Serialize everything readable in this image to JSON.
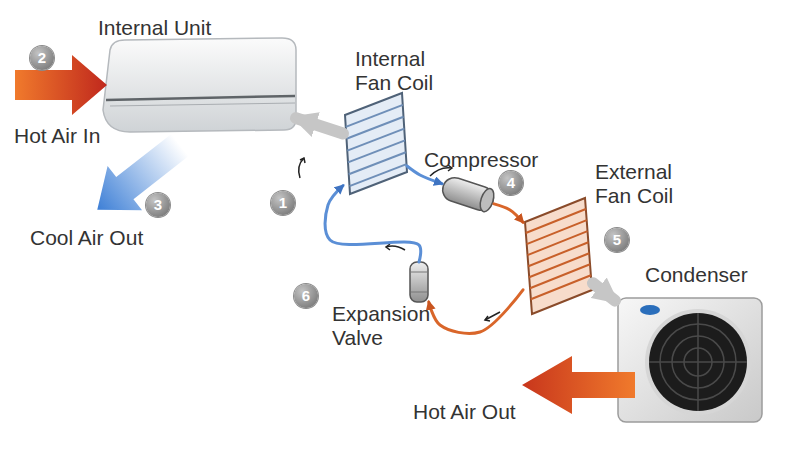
{
  "diagram": {
    "nodes": [
      {
        "text": [
          "Internal Unit"
        ]
      },
      {
        "text": [
          "Internal Fan Coil"
        ]
      },
      {
        "text": [
          "Compressor"
        ]
      },
      {
        "text": [
          "External Fan Coil"
        ]
      },
      {
        "text": [
          "Condenser"
        ]
      },
      {
        "text": [
          "Expansion Valve"
        ]
      }
    ],
    "edges": [
      {
        "from": 1,
        "to": 2,
        "arrow": "to"
      },
      {
        "from": 2,
        "to": 3,
        "arrow": "to"
      },
      {
        "from": 3,
        "to": 5,
        "arrow": "to"
      },
      {
        "from": 5,
        "to": 1,
        "arrow": "to"
      },
      {
        "from": 1,
        "to": 0,
        "arrow": "to"
      },
      {
        "from": 3,
        "to": 4,
        "arrow": "to"
      }
    ],
    "labels": [
      "2",
      "Hot Air In",
      "3",
      "Cool Air Out",
      "1",
      "4",
      "5",
      "6",
      "Hot Air Out"
    ]
  }
}
